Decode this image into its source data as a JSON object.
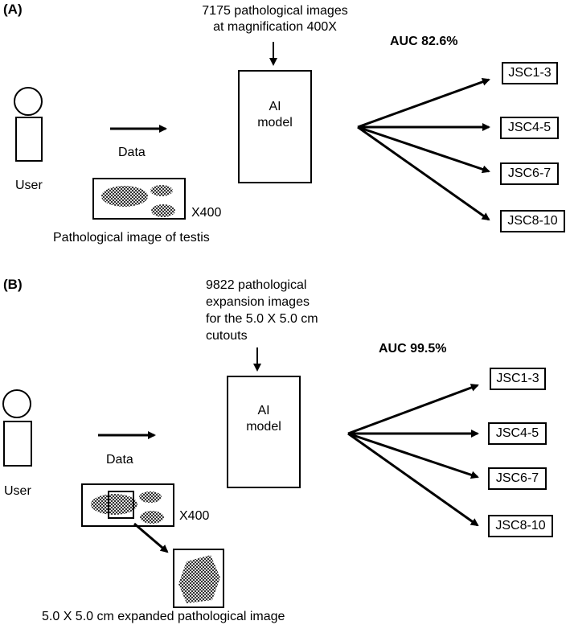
{
  "panel_a": {
    "label": "(A)",
    "input_text_line1": "7175 pathological images",
    "input_text_line2": "at magnification 400X",
    "model_line1": "AI",
    "model_line2": "model",
    "auc": "AUC 82.6%",
    "user": "User",
    "data": "Data",
    "magnification": "X400",
    "image_caption": "Pathological image of testis",
    "outputs": [
      "JSC1-3",
      "JSC4-5",
      "JSC6-7",
      "JSC8-10"
    ]
  },
  "panel_b": {
    "label": "(B)",
    "input_text_line1": "9822 pathological",
    "input_text_line2": "expansion images",
    "input_text_line3": "for the 5.0 X 5.0 cm",
    "input_text_line4": "cutouts",
    "model_line1": "AI",
    "model_line2": "model",
    "auc": "AUC 99.5%",
    "user": "User",
    "data": "Data",
    "magnification": "X400",
    "image_caption": "5.0 X 5.0 cm expanded pathological image",
    "outputs": [
      "JSC1-3",
      "JSC4-5",
      "JSC6-7",
      "JSC8-10"
    ]
  },
  "colors": {
    "stroke": "#000000",
    "background": "#ffffff",
    "tissue_dark": "#333333",
    "tissue_light": "#dddddd"
  }
}
